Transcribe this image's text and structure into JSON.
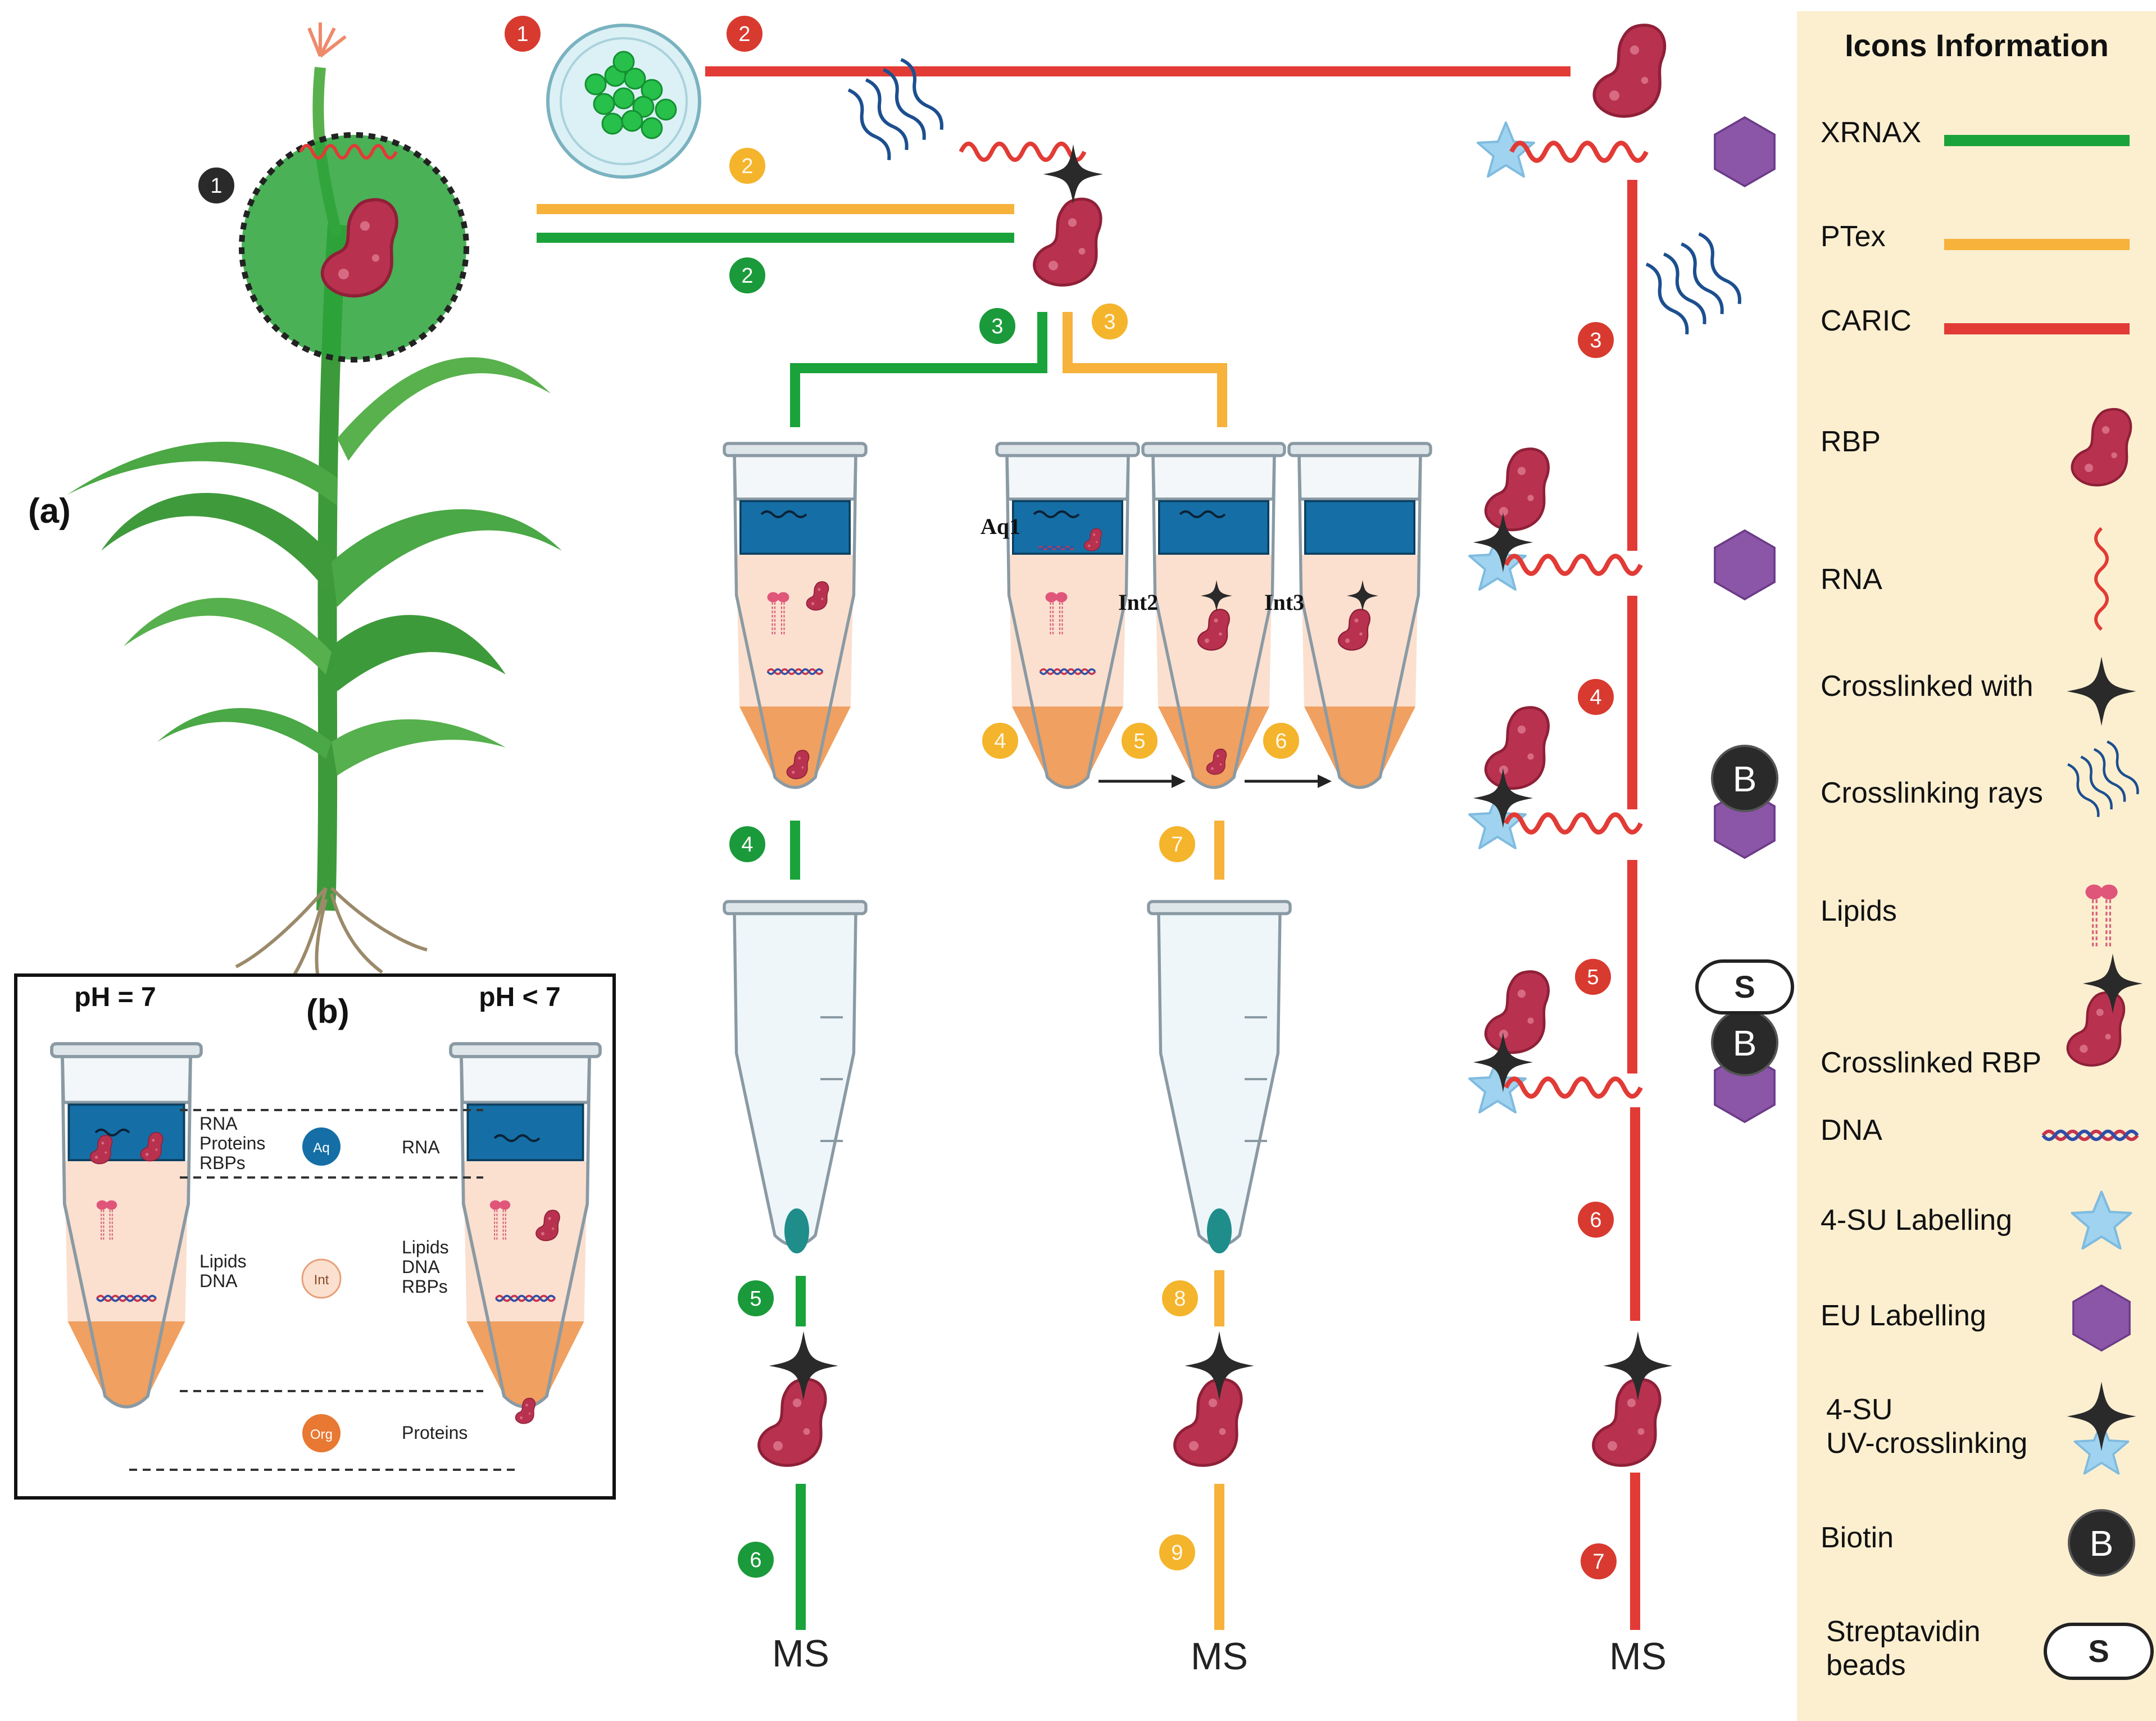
{
  "panel_labels": {
    "a": "(a)",
    "b": "(b)"
  },
  "legend": {
    "title": "Icons Information",
    "items": [
      {
        "label": "XRNAX",
        "icon": "green-line-icon",
        "color": "#1aa33a"
      },
      {
        "label": "PTex",
        "icon": "orange-line-icon",
        "color": "#f6b23a"
      },
      {
        "label": "CARIC",
        "icon": "red-line-icon",
        "color": "#e23b36"
      },
      {
        "label": "RBP",
        "icon": "rbp-icon"
      },
      {
        "label": "RNA",
        "icon": "rna-icon"
      },
      {
        "label": "Crosslinked with",
        "icon": "crosslink-star-icon"
      },
      {
        "label": "Crosslinking rays",
        "icon": "uv-rays-icon"
      },
      {
        "label": "Lipids",
        "icon": "lipid-icon"
      },
      {
        "label": "Crosslinked RBP",
        "icon": "crosslinked-rbp-icon"
      },
      {
        "label": "DNA",
        "icon": "dna-icon"
      },
      {
        "label": "4-SU Labelling",
        "icon": "4su-star-icon"
      },
      {
        "label": "EU Labelling",
        "icon": "eu-hexagon-icon"
      },
      {
        "label": "4-SU",
        "label2": "UV-crosslinking",
        "icon": "4su-uv-crosslink-icon"
      },
      {
        "label": "Biotin",
        "icon": "biotin-icon",
        "letter": "B"
      },
      {
        "label": "Streptavidin",
        "label2": "beads",
        "icon": "streptavidin-icon",
        "letter": "S"
      }
    ]
  },
  "steps": {
    "black1": "1",
    "red": [
      "1",
      "2",
      "3",
      "4",
      "5",
      "6",
      "7"
    ],
    "orange": [
      "2",
      "3",
      "4",
      "5",
      "6",
      "7",
      "8",
      "9"
    ],
    "green": [
      "2",
      "3",
      "4",
      "5",
      "6"
    ]
  },
  "tube_labels": {
    "aq1": "Aq1",
    "int2": "Int2",
    "int3": "Int3"
  },
  "outputs": {
    "ms": "MS"
  },
  "panel_b": {
    "left_title": "pH = 7",
    "right_title": "pH < 7",
    "aq_left": [
      "RNA",
      "Proteins",
      "RBPs"
    ],
    "aq_badge": "Aq",
    "aq_right": [
      "RNA"
    ],
    "int_left": [
      "Lipids",
      "DNA"
    ],
    "int_badge": "Int",
    "int_right": [
      "Lipids",
      "DNA",
      "RBPs"
    ],
    "org_badge": "Org",
    "org_right": [
      "Proteins"
    ]
  },
  "colors": {
    "xrnax": "#1aa33a",
    "ptex": "#f6b23a",
    "caric": "#e23b36",
    "rbp": "#b8324f",
    "aqueous": "#156fa6",
    "interphase": "#fbe0cf",
    "organic": "#f0a060",
    "legend_bg": "#fcefd0"
  }
}
